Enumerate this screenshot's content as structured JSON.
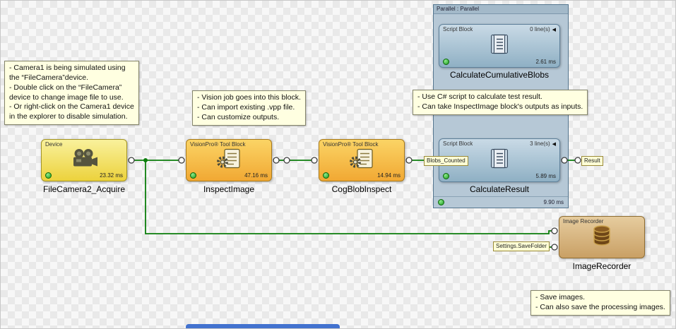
{
  "group": {
    "header": "Parallel : Parallel",
    "time": "9.90 ms"
  },
  "nodes": {
    "camera": {
      "header": "Device",
      "time": "23.32 ms",
      "title": "FileCamera2_Acquire"
    },
    "inspect": {
      "header": "VisionPro® Tool Block",
      "time": "47.16 ms",
      "title": "InspectImage"
    },
    "blob": {
      "header": "VisionPro® Tool Block",
      "time": "14.94 ms",
      "title": "CogBlobInspect"
    },
    "script1": {
      "header": "Script Block",
      "lines": "0 line(s)",
      "time": "2.61 ms",
      "title": "CalculateCumulativeBlobs"
    },
    "script2": {
      "header": "Script Block",
      "lines": "3 line(s)",
      "time": "5.89 ms",
      "title": "CalculateResult"
    },
    "recorder": {
      "header": "Image Recorder",
      "title": "ImageRecorder"
    }
  },
  "wire_labels": {
    "blobs_counted": "Blobs_Counted",
    "result": "Result",
    "save_folder": "Settings.SaveFolder"
  },
  "notes": {
    "camera_note": "- Camera1 is being simulated using\nthe “FileCamera”device.\n- Double click on the “FileCamera”\ndevice to change image file to use.\n- Or right-click on the Camera1 device\nin the explorer to disable simulation.",
    "vision_note": "- Vision job goes into this block.\n- Can import existing .vpp file.\n- Can customize outputs.",
    "script_note": "- Use C# script to calculate test result.\n- Can take InspectImage block's outputs as inputs.",
    "save_note": "- Save images.\n- Can also save the processing images."
  },
  "icons": {
    "collapse": "◀"
  },
  "colors": {
    "wire_green": "#0b7d0b",
    "note_background": "#ffffe1",
    "device_node": "#ecd23c",
    "tool_node": "#f1a833",
    "script_node": "#8fb0c4",
    "recorder_node": "#c9a065",
    "group_background": "#b6c8d6",
    "status_green": "#1f9e1f",
    "scrollbar_blue": "#4272cf"
  }
}
